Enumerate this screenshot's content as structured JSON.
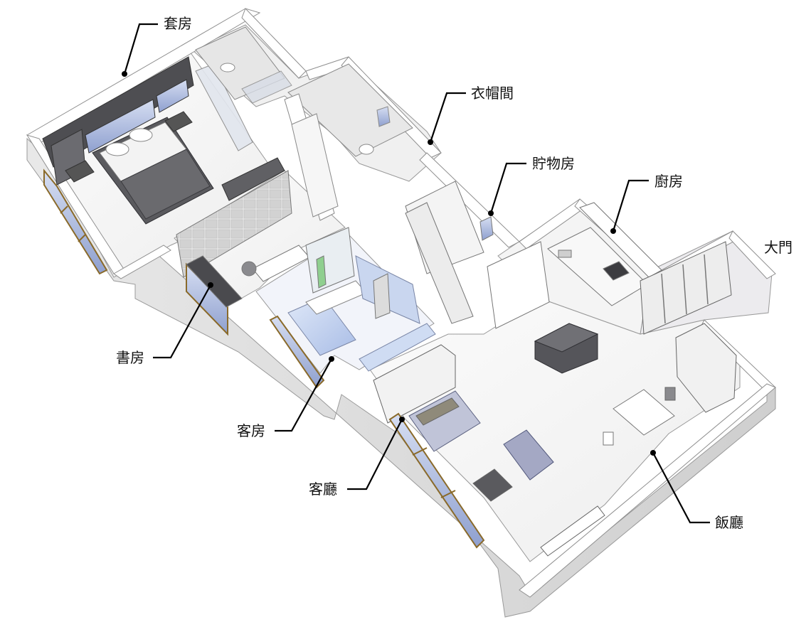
{
  "labels": {
    "master_bedroom": "套房",
    "walk_in_closet": "衣帽間",
    "storage_room": "貯物房",
    "kitchen": "廚房",
    "main_door": "大門",
    "study": "書房",
    "guest_room": "客房",
    "living_room": "客廳",
    "dining_room": "飯廳"
  },
  "colors": {
    "wall": "#ffffff",
    "wall_side": "#dcdcdc",
    "floor": "#f7f7f7",
    "dark_furniture": "#5a5a5e",
    "window_frame": "#8a6a2a",
    "glass": "#b9c6e6",
    "guest_blue": "#c9d8f2",
    "label_text": "#111111"
  }
}
